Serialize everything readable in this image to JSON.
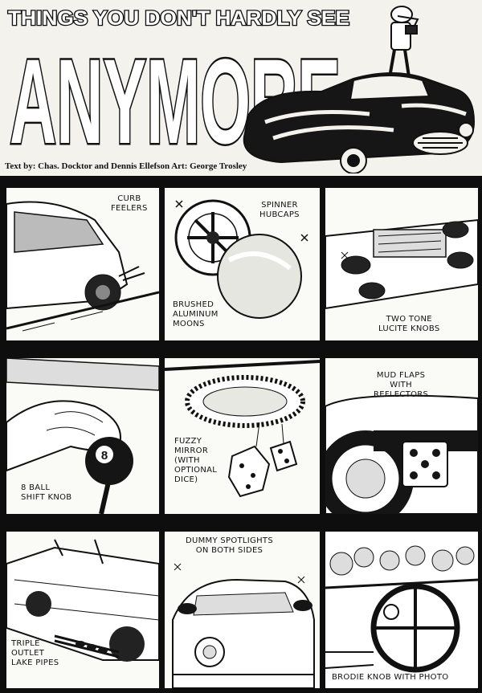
{
  "header": {
    "kicker": "THINGS YOU DON'T HARDLY SEE",
    "title": "ANYMORE",
    "credits": "Text by: Chas. Docktor and Dennis Ellefson Art: George Trosley"
  },
  "panels": [
    {
      "caption": "CURB\nFEELERS"
    },
    {
      "caption": "SPINNER\nHUBCAPS",
      "caption2": "BRUSHED\nALUMINUM\nMOONS"
    },
    {
      "caption": "TWO TONE\nLUCITE KNOBS"
    },
    {
      "caption": "8 BALL\nSHIFT KNOB",
      "ball_number": "8"
    },
    {
      "caption": "FUZZY\nMIRROR\n(WITH\nOPTIONAL\nDICE)"
    },
    {
      "caption": "MUD FLAPS\nWITH\nREFLECTORS"
    },
    {
      "caption": "TRIPLE\nOUTLET\nLAKE PIPES"
    },
    {
      "caption": "DUMMY SPOTLIGHTS\nON BOTH SIDES"
    },
    {
      "caption": "BRODIE KNOB WITH PHOTO"
    }
  ],
  "colors": {
    "ink": "#0e0e0e",
    "paper": "#f4f2ec"
  }
}
